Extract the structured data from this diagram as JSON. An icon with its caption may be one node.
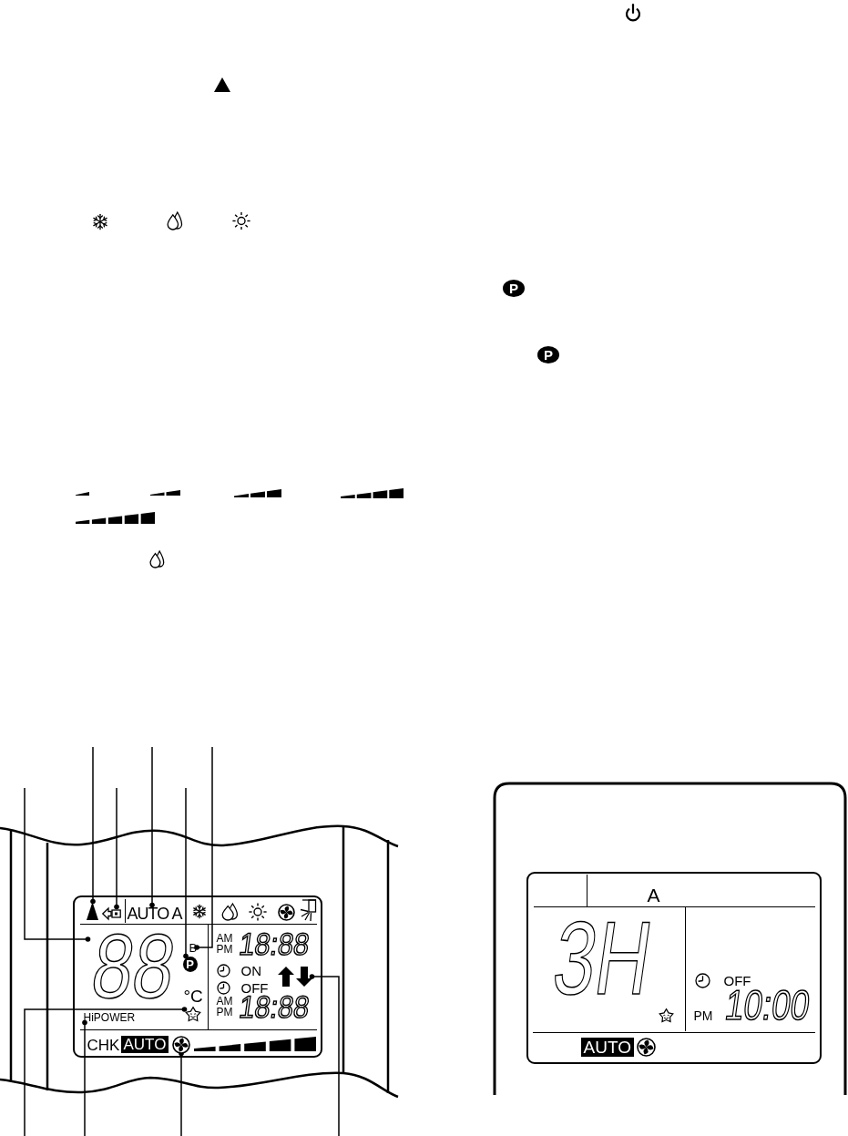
{
  "diagram": {
    "nodes": [
      {
        "text": [
          "A",
          "AM",
          "PM",
          "18:88",
          "ON",
          "OFF",
          "°C",
          "AM",
          "PM",
          "18:88",
          "CHK",
          "AUTO"
        ]
      },
      {
        "text": [],
        "shape": "triangle",
        "in": 0
      },
      {
        "text": [],
        "shape": "picture",
        "in": 0
      },
      {
        "text": [
          "AUTO"
        ],
        "in": 0
      },
      {
        "text": [
          "88"
        ],
        "in": 0
      },
      {
        "text": [
          "B"
        ],
        "in": 0
      },
      {
        "text": [
          "P"
        ],
        "in": 0
      },
      {
        "text": [],
        "shape": "picture",
        "in": 0
      },
      {
        "text": [],
        "shape": "picture",
        "in": 0
      },
      {
        "text": [
          "HiPOWER"
        ],
        "in": 0
      },
      {
        "text": [],
        "shape": "picture",
        "in": 0
      },
      {
        "text": [
          "A",
          "3H",
          "OFF",
          "PM",
          "10:00",
          "AUTO"
        ]
      }
    ],
    "edges": [
      {
        "from": null,
        "to": 1,
        "arrow": "other"
      },
      {
        "from": null,
        "to": 2,
        "arrow": "other"
      },
      {
        "from": null,
        "to": 3,
        "arrow": "other"
      },
      {
        "from": null,
        "to": 6,
        "arrow": "other"
      },
      {
        "from": null,
        "to": 5,
        "arrow": "other"
      },
      {
        "from": null,
        "to": 4,
        "arrow": "other"
      },
      {
        "from": null,
        "to": 8,
        "arrow": "other"
      },
      {
        "from": null,
        "to": 9,
        "arrow": "other"
      },
      {
        "from": null,
        "to": 10,
        "arrow": "other"
      },
      {
        "from": null,
        "to": 7,
        "arrow": "other"
      }
    ],
    "labels": [
      "P",
      "P"
    ]
  }
}
